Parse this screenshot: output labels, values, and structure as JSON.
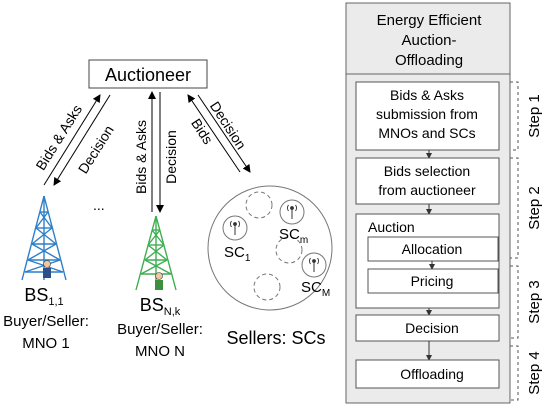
{
  "auctioneer": {
    "label": "Auctioneer"
  },
  "links": {
    "left_up": "Bids & Asks",
    "left_down": "Decision",
    "mid_up": "Bids & Asks",
    "mid_down": "Decision",
    "right_decision": "Decision",
    "right_bids": "Bids"
  },
  "ellipsis": "...",
  "bs1": {
    "name": "BS",
    "sub": "1,1",
    "role": "Buyer/Seller:",
    "mno": "MNO 1",
    "color": "#2e7fc9"
  },
  "bs2": {
    "name": "BS",
    "sub": "N,k",
    "role": "Buyer/Seller:",
    "mno": "MNO N",
    "color": "#3fae52"
  },
  "sellers": {
    "label": "Sellers: SCs",
    "cells": [
      {
        "name": "SC",
        "sub": "1"
      },
      {
        "name": "SC",
        "sub": "m"
      },
      {
        "name": "SC",
        "sub": "M"
      }
    ]
  },
  "flow": {
    "title_lines": [
      "Energy Efficient",
      "Auction-",
      "Offloading"
    ],
    "box1_lines": [
      "Bids & Asks",
      "submission from",
      "MNOs and SCs"
    ],
    "box2_lines": [
      "Bids selection",
      "from auctioneer"
    ],
    "auction_label": "Auction",
    "allocation": "Allocation",
    "pricing": "Pricing",
    "decision": "Decision",
    "offloading": "Offloading"
  },
  "steps": [
    "Step 1",
    "Step 2",
    "Step 3",
    "Step 4"
  ]
}
